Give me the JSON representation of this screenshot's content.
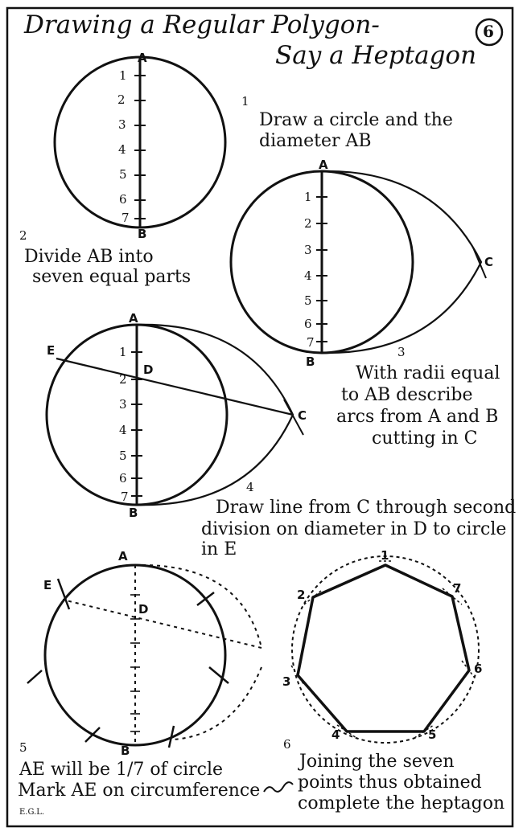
{
  "title": {
    "line1": "Drawing a Regular Polygon-",
    "line2": "Say a Heptagon",
    "plate_number": "6"
  },
  "steps": [
    {
      "marker": "1",
      "lines": [
        "Draw a circle and the",
        "diameter AB"
      ]
    },
    {
      "marker": "2",
      "lines": [
        "Divide AB into",
        "seven equal parts"
      ]
    },
    {
      "marker": "3",
      "lines": [
        "With radii equal",
        "to AB describe",
        "arcs from A and B",
        "cutting in C"
      ]
    },
    {
      "marker": "4",
      "lines": [
        "Draw line from C through second",
        "division on diameter in D to circle",
        "in E"
      ]
    },
    {
      "marker": "5",
      "lines": [
        "AE will be 1/7 of circle",
        "Mark AE on circumference"
      ]
    },
    {
      "marker": "6",
      "lines": [
        "Joining the seven",
        "points thus obtained",
        "complete the heptagon"
      ]
    }
  ],
  "labels": {
    "a": "A",
    "b": "B",
    "c": "C",
    "d": "D",
    "e": "E",
    "divisions": [
      "1",
      "2",
      "3",
      "4",
      "5",
      "6",
      "7"
    ]
  },
  "signature": "E.G.L.",
  "colors": {
    "ink": "#111111",
    "paper": "#ffffff"
  }
}
